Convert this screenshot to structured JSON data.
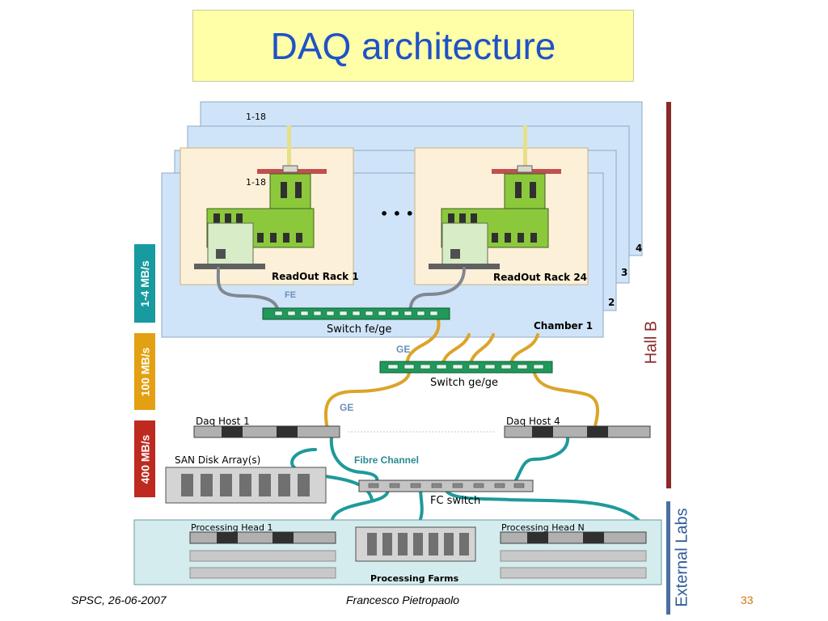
{
  "title": "DAQ architecture",
  "rates": {
    "low": "1-4 MB/s",
    "mid": "100 MB/s",
    "high": "400 MB/s"
  },
  "halls": {
    "hall_b": "Hall B",
    "external_labs": "External Labs"
  },
  "colors": {
    "title_bg": "#ffffa8",
    "title_text": "#1f52c8",
    "bar_teal": "#179aa0",
    "bar_orange": "#e3a012",
    "bar_red": "#be2a20",
    "hall_b_line": "#8b2a2a",
    "external_line": "#4a6fa0",
    "link_ge": "#dca42a",
    "link_fc": "#1e9a9a",
    "link_fe": "#808890"
  },
  "racks": {
    "counter_top": "1-18",
    "counter_front": "1-18",
    "ellipsis": "• • •",
    "stack_numbers": [
      "4",
      "3",
      "2"
    ],
    "rack1_label": "ReadOut Rack 1",
    "rack24_label": "ReadOut Rack 24",
    "chamber_label": "Chamber 1",
    "fe_label": "FE"
  },
  "switches": {
    "fe_ge": "Switch fe/ge",
    "ge_ge": "Switch ge/ge",
    "fc": "FC switch"
  },
  "links": {
    "ge_1": "GE",
    "ge_2": "GE",
    "fibre": "Fibre Channel"
  },
  "hosts": {
    "daq1": "Daq Host 1",
    "daq4": "Daq Host 4",
    "san": "SAN Disk Array(s)",
    "proc1": "Processing Head 1",
    "procN": "Processing  Head N",
    "farms": "Processing Farms"
  },
  "footer": {
    "left": "SPSC, 26-06-2007",
    "center": "Francesco Pietropaolo",
    "page": "33"
  }
}
